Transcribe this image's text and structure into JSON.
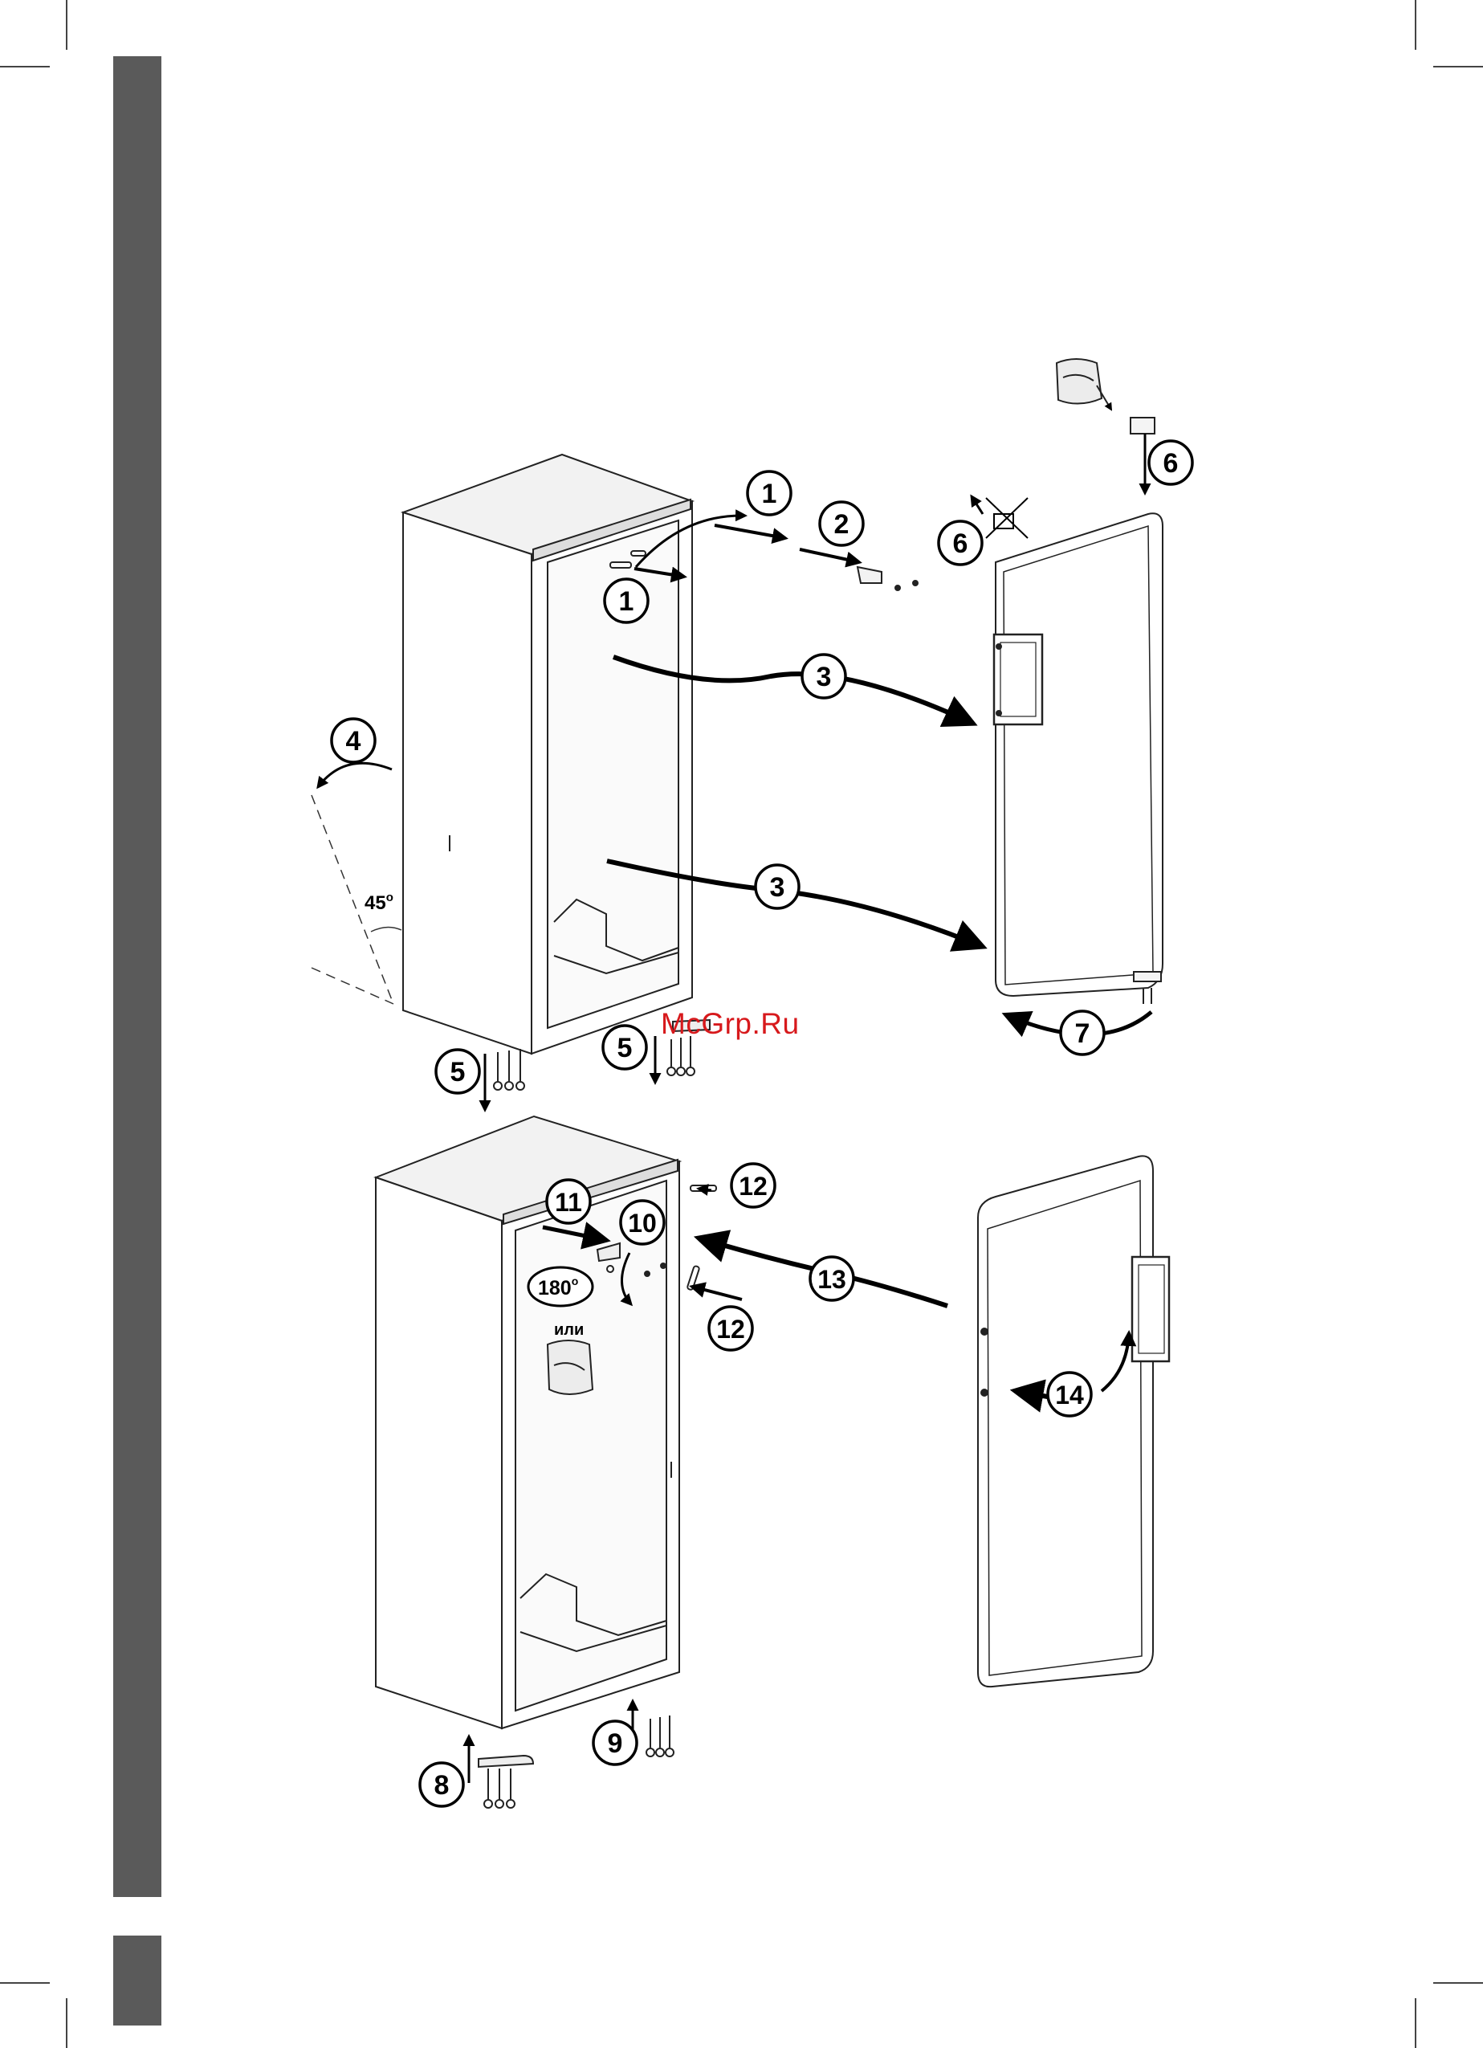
{
  "watermark": "McGrp.Ru",
  "angle_label": "45",
  "angle_unit": "o",
  "rotation_label": "180",
  "rotation_unit": "o",
  "alt_label": "или",
  "steps": [
    "1",
    "1",
    "2",
    "3",
    "3",
    "4",
    "5",
    "5",
    "6",
    "6",
    "7",
    "8",
    "9",
    "10",
    "11",
    "12",
    "12",
    "13",
    "14"
  ]
}
